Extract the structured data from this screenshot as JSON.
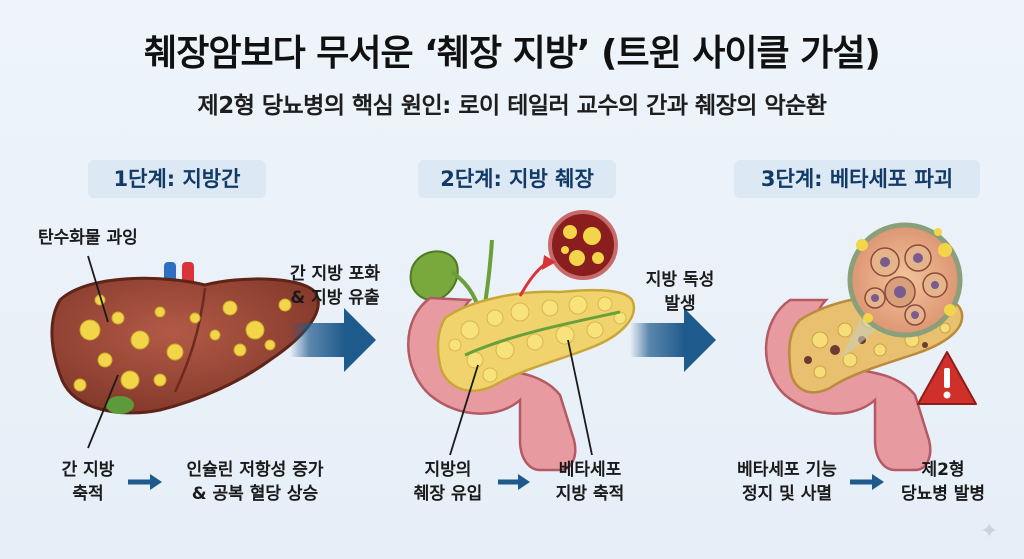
{
  "title": "췌장암보다 무서운 ‘췌장 지방’ (트윈 사이클 가설)",
  "subtitle": "제2형 당뇨병의 핵심 원인: 로이 테일러 교수의 간과 췌장의 악순환",
  "stages": [
    {
      "badge": "1단계: 지방간",
      "callout": "탄수화물 과잉",
      "bottom_left": [
        "간 지방",
        "축적"
      ],
      "bottom_right": [
        "인슐린 저항성 증가",
        "& 공복 혈당 상승"
      ]
    },
    {
      "badge": "2단계: 지방 췌장",
      "bottom_left": [
        "지방의",
        "췌장 유입"
      ],
      "bottom_right": [
        "베타세포",
        "지방 축적"
      ]
    },
    {
      "badge": "3단계: 베타세포 파괴",
      "bottom_left": [
        "베타세포 기능",
        "정지 및 사멸"
      ],
      "bottom_right": [
        "제2형",
        "당뇨병 발병"
      ]
    }
  ],
  "transitions": [
    {
      "text": [
        "간 지방 포화",
        "& 지방 유출"
      ]
    },
    {
      "text": [
        "지방 독성",
        "발생"
      ]
    }
  ],
  "colors": {
    "liver": "#9c4a3a",
    "fat": "#f3d54a",
    "pancreas_pink": "#e79aa0",
    "arrow_blue": "#1f5a8c",
    "badge_bg": "#dce8f4",
    "warning_red": "#d0302a"
  },
  "icons": [
    "warning-icon",
    "sparkle-icon"
  ]
}
